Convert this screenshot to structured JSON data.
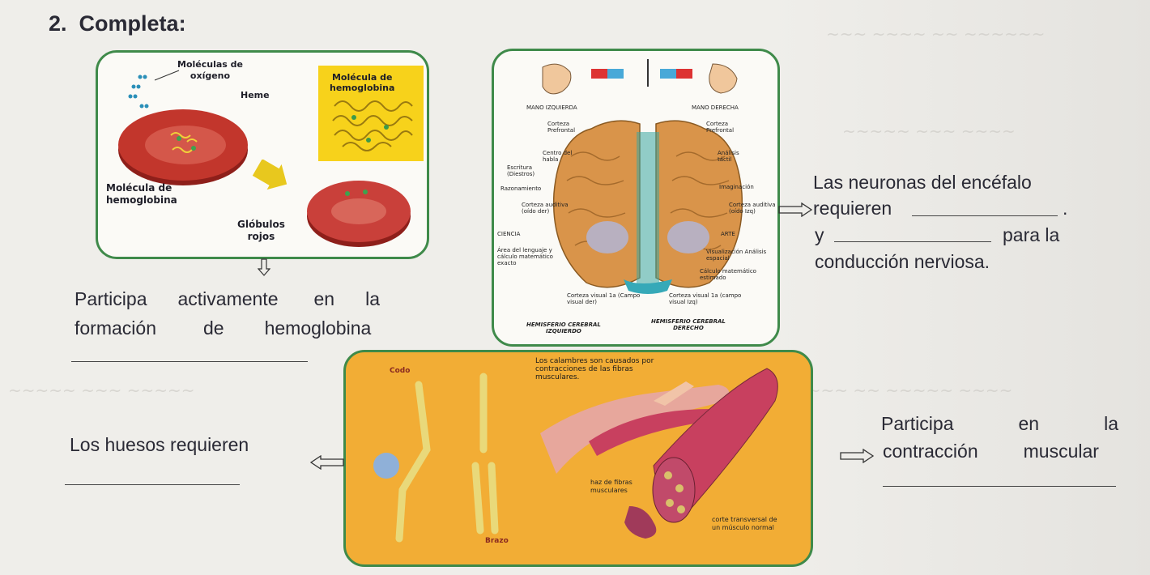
{
  "exercise": {
    "number": "2.",
    "title": "Completa:"
  },
  "hemoglobin_panel": {
    "label_oxygen": [
      "Moléculas de",
      "oxígeno"
    ],
    "label_heme": "Heme",
    "label_hemoglobin_molecule": [
      "Molécula de",
      "hemoglobina"
    ],
    "label_hemoglobin_box": [
      "Molécula de",
      "hemoglobina"
    ],
    "label_red_cells": [
      "Glóbulos",
      "rojos"
    ]
  },
  "brain_panel": {
    "left_hand": "MANO IZQUIERDA",
    "right_hand": "MANO DERECHA",
    "left_labels": [
      "Corteza Prefrontal",
      "Centro del habla",
      "Escritura (Diestros)",
      "Razonamiento",
      "Corteza auditiva (oído der)",
      "CIENCIA",
      "Área del lenguaje y cálculo matemático exacto",
      "Corteza visual 1a (Campo visual der)"
    ],
    "right_labels": [
      "Corteza Prefrontal",
      "Análisis táctil",
      "Imaginación",
      "Corteza auditiva (oído Izq)",
      "ARTE",
      "Visualización Análisis espacial",
      "Cálculo matemático estimado",
      "Corteza visual 1a (campo visual Izq)"
    ],
    "hemisphere_left": [
      "HEMISFERIO CEREBRAL",
      "IZQUIERDO"
    ],
    "hemisphere_right": [
      "HEMISFERIO CEREBRAL",
      "DERECHO"
    ]
  },
  "muscle_panel": {
    "codo": "Codo",
    "brazo": "Brazo",
    "cramp_note": [
      "Los calambres son causados por",
      "contracciones de las fibras",
      "musculares."
    ],
    "fiber_label": [
      "haz de fibras",
      "musculares"
    ],
    "cross_section": [
      "corte transversal de",
      "un músculo normal"
    ]
  },
  "statements": {
    "hemoglobin": [
      "Participa",
      "activamente",
      "en",
      "la",
      "formación",
      "de",
      "hemoglobina"
    ],
    "brain_line1": "Las neuronas del encéfalo",
    "brain_line2": "requieren",
    "brain_line2_end": ".",
    "brain_line3_start": "y",
    "brain_line3_end": "para la",
    "brain_line4": "conducción nerviosa.",
    "bones": "Los huesos requieren",
    "muscle_line1": [
      "Participa",
      "en",
      "la"
    ],
    "muscle_line2": [
      "contracción",
      "muscular"
    ]
  },
  "colors": {
    "panel_border": "#3f8a4a",
    "cell_red": "#b8302a",
    "yellow_box": "#f7d21b",
    "muscle_bg": "#f3b23a",
    "muscle_pink": "#c8405f"
  }
}
